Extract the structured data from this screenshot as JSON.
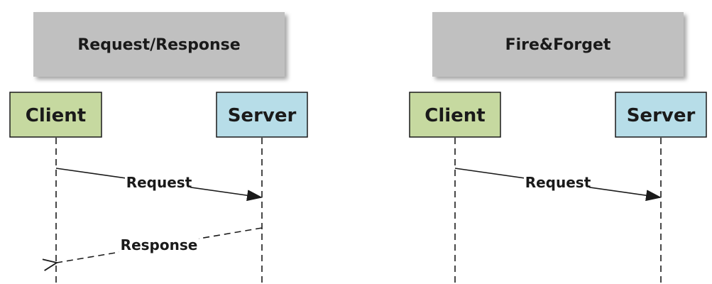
{
  "colors": {
    "title_fill": "#c0c0c0",
    "client_fill": "#c6d9a0",
    "server_fill": "#b7dde8",
    "stroke": "#1a1a1a",
    "background": "#ffffff"
  },
  "left": {
    "title": "Request/Response",
    "client_label": "Client",
    "server_label": "Server",
    "request_label": "Request",
    "response_label": "Response"
  },
  "right": {
    "title": "Fire&Forget",
    "client_label": "Client",
    "server_label": "Server",
    "request_label": "Request"
  }
}
